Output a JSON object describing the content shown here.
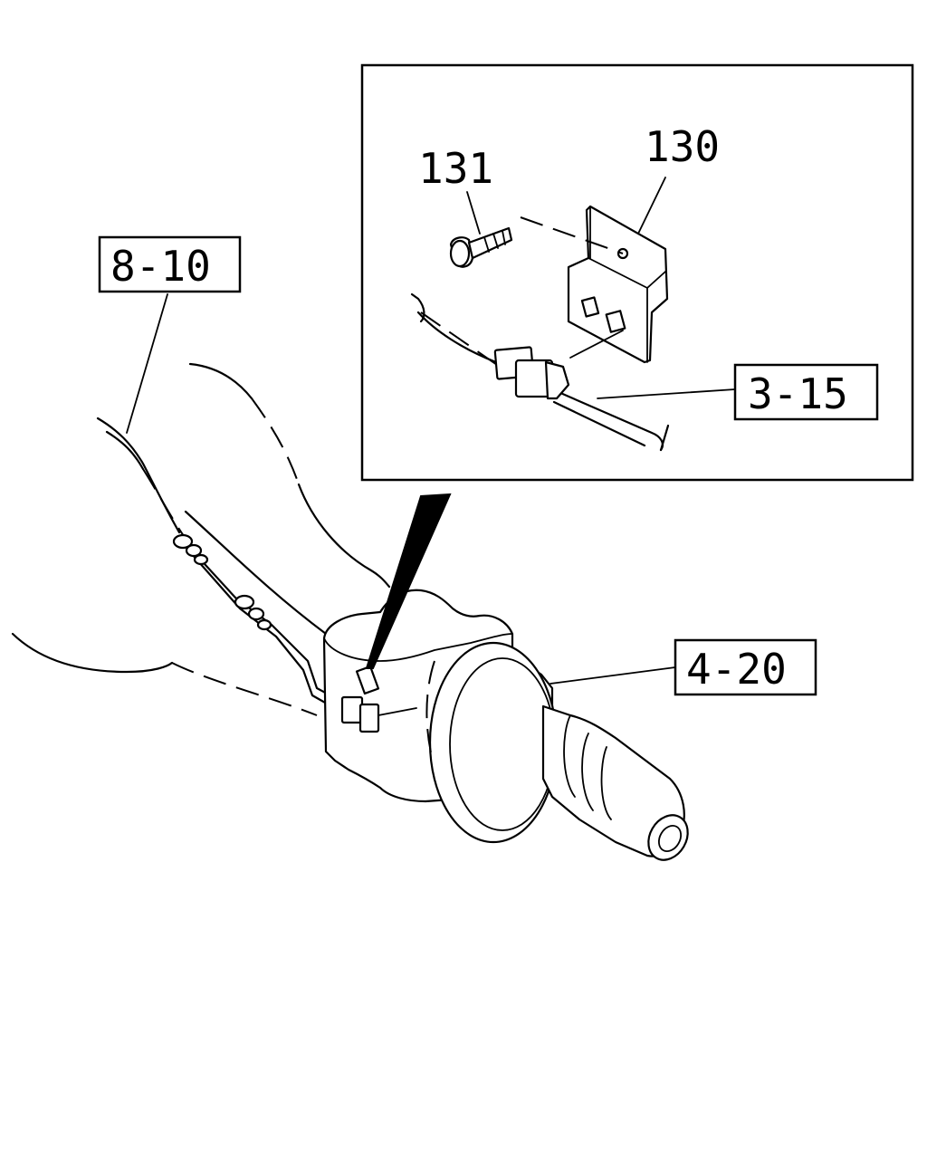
{
  "diagram": {
    "callouts": {
      "ref_8_10": "8-10",
      "ref_3_15": "3-15",
      "ref_4_20": "4-20"
    },
    "part_numbers": {
      "bracket": "130",
      "bolt": "131"
    }
  }
}
